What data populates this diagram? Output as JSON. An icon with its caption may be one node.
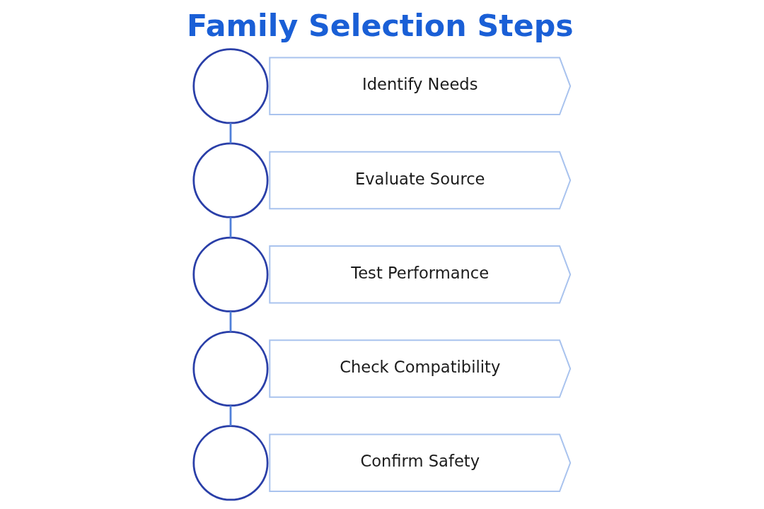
{
  "diagram": {
    "title": "Family Selection Steps",
    "nodes": [
      {
        "text": [],
        "shape": "circle"
      },
      {
        "text": [
          "Identify Needs"
        ]
      },
      {
        "text": [],
        "shape": "circle"
      },
      {
        "text": [
          "Evaluate Source"
        ]
      },
      {
        "text": [],
        "shape": "circle"
      },
      {
        "text": [
          "Test Performance"
        ]
      },
      {
        "text": [],
        "shape": "circle"
      },
      {
        "text": [
          "Check Compatibility"
        ]
      },
      {
        "text": [],
        "shape": "circle"
      },
      {
        "text": [
          "Confirm Safety"
        ]
      }
    ],
    "edges": [
      {
        "from": 0,
        "to": 2,
        "arrow": "none"
      },
      {
        "from": 2,
        "to": 4,
        "arrow": "none"
      },
      {
        "from": 4,
        "to": 6,
        "arrow": "none"
      },
      {
        "from": 6,
        "to": 8,
        "arrow": "none"
      }
    ]
  }
}
